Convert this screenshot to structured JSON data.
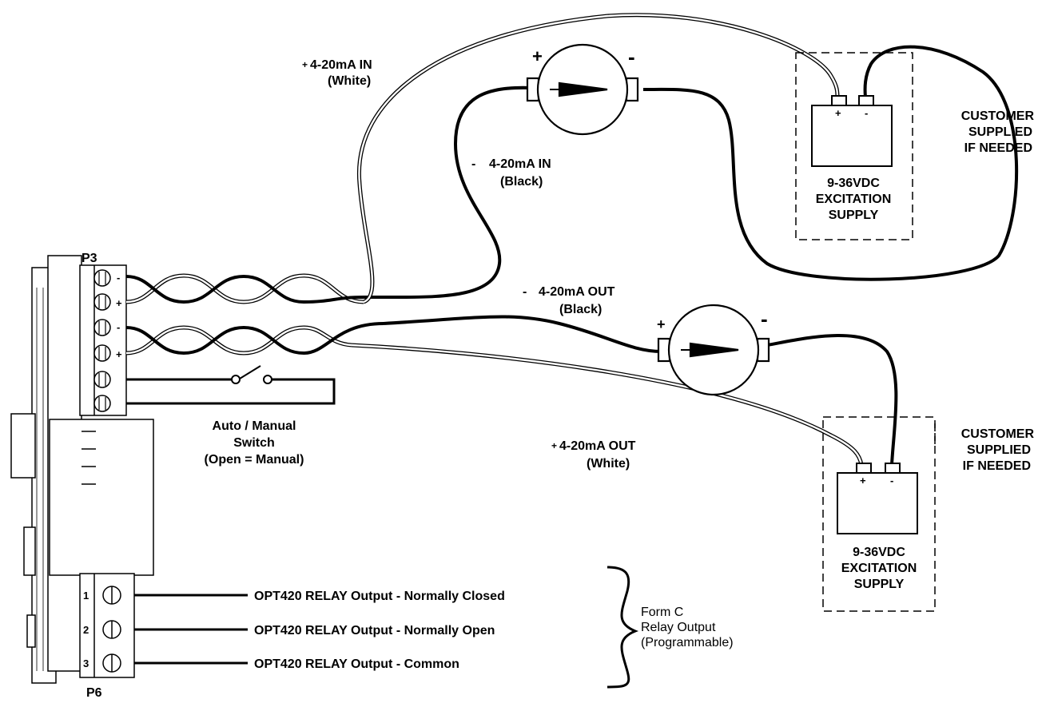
{
  "connectors": {
    "p3": "P3",
    "p6": "P6",
    "p6_pins": [
      "1",
      "2",
      "3"
    ],
    "p3_polarity": [
      "-",
      "+",
      "-",
      "+"
    ]
  },
  "loop_in": {
    "plus_label": "4-20mA IN",
    "plus_color": "(White)",
    "minus_label": "4-20mA IN",
    "minus_color": "(Black)"
  },
  "loop_out": {
    "minus_label": "4-20mA OUT",
    "minus_color": "(Black)",
    "plus_label": "4-20mA OUT",
    "plus_color": "(White)"
  },
  "signs": {
    "plus": "+",
    "minus": "-"
  },
  "meters": {
    "top": {
      "plus": "+",
      "minus": "-"
    },
    "bottom": {
      "plus": "+",
      "minus": "-"
    }
  },
  "supply_top": {
    "lines": [
      "9-36VDC",
      "EXCITATION",
      "SUPPLY"
    ],
    "note": [
      "CUSTOMER",
      "SUPPLIED",
      "IF NEEDED"
    ],
    "plus": "+",
    "minus": "-"
  },
  "supply_bottom": {
    "lines": [
      "9-36VDC",
      "EXCITATION",
      "SUPPLY"
    ],
    "note": [
      "CUSTOMER",
      "SUPPLIED",
      "IF NEEDED"
    ],
    "plus": "+",
    "minus": "-"
  },
  "switch": {
    "lines": [
      "Auto / Manual",
      "Switch",
      "(Open = Manual)"
    ]
  },
  "relay": {
    "outputs": [
      "OPT420 RELAY Output - Normally Closed",
      "OPT420 RELAY Output - Normally Open",
      "OPT420 RELAY Output - Common"
    ],
    "group": [
      "Form C",
      "Relay Output",
      "(Programmable)"
    ]
  }
}
